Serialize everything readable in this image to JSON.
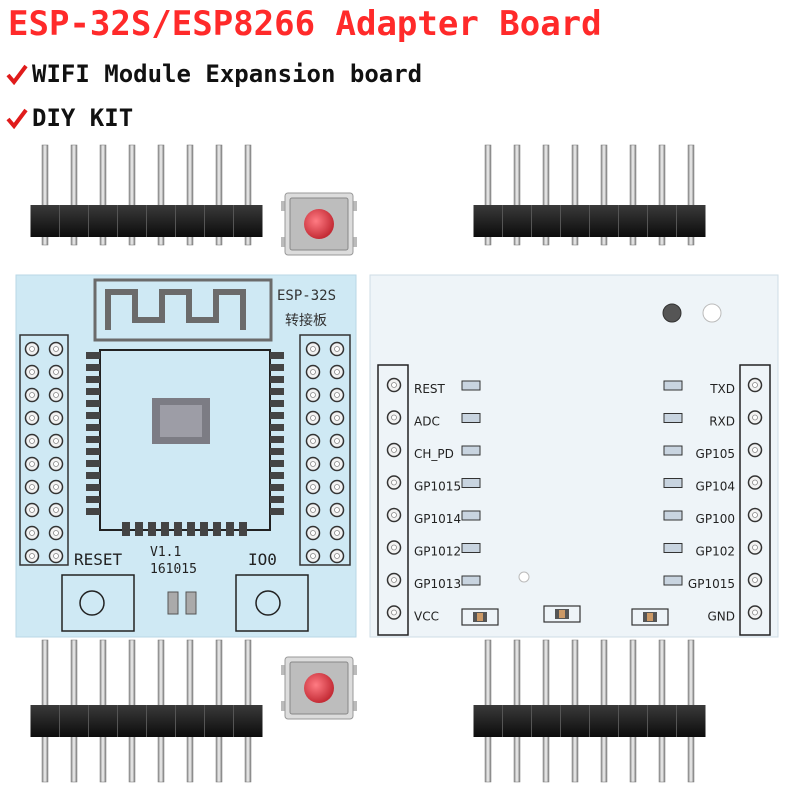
{
  "heading": {
    "title": "ESP-32S/ESP8266 Adapter Board",
    "bullets": [
      "WIFI Module Expansion board",
      "DIY KIT"
    ],
    "check_color": "#e01b1b",
    "title_color": "#ff2a2a"
  },
  "front_board": {
    "module_label": "ESP-32S",
    "chinese_label": "转接板",
    "version": "V1.1",
    "date": "161015",
    "reset_label": "RESET",
    "io_label": "IO0",
    "board_color": "#cfe9f4"
  },
  "back_board": {
    "left_labels": [
      "REST",
      "ADC",
      "CH_PD",
      "GP1015",
      "GP1014",
      "GP1012",
      "GP1013",
      "VCC"
    ],
    "right_labels": [
      "TXD",
      "RXD",
      "GP105",
      "GP104",
      "GP100",
      "GP102",
      "GP1015",
      "GND"
    ],
    "board_color": "#eef4f8"
  },
  "parts": {
    "header_pin_count": 8,
    "button_cap_color": "#e0444e"
  }
}
